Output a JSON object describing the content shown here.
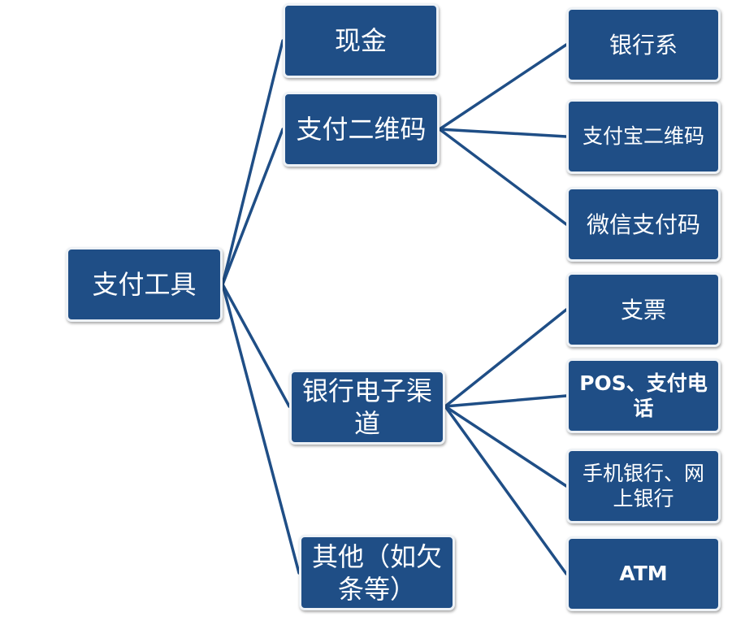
{
  "root": {
    "label": "支付工具"
  },
  "level1": [
    {
      "id": "cash",
      "label": "现金"
    },
    {
      "id": "qr",
      "label": "支付二维码"
    },
    {
      "id": "bank",
      "label": "银行电子渠\n道"
    },
    {
      "id": "other",
      "label": "其他（如欠\n条等）"
    }
  ],
  "level2": [
    {
      "id": "bank-system",
      "parent": "qr",
      "label": "银行系"
    },
    {
      "id": "alipay-qr",
      "parent": "qr",
      "label": "支付宝二维码"
    },
    {
      "id": "wechat-qr",
      "parent": "qr",
      "label": "微信支付码"
    },
    {
      "id": "cheque",
      "parent": "bank",
      "label": "支票"
    },
    {
      "id": "pos-phone",
      "parent": "bank",
      "label": "POS、支付电\n话"
    },
    {
      "id": "mobile-online",
      "parent": "bank",
      "label": "手机银行、网\n上银行"
    },
    {
      "id": "atm",
      "parent": "bank",
      "label": "ATM"
    }
  ],
  "colors": {
    "node_fill": "#1f4e86",
    "node_border": "#eef2f6",
    "line": "#1f4e86",
    "text": "#ffffff"
  }
}
